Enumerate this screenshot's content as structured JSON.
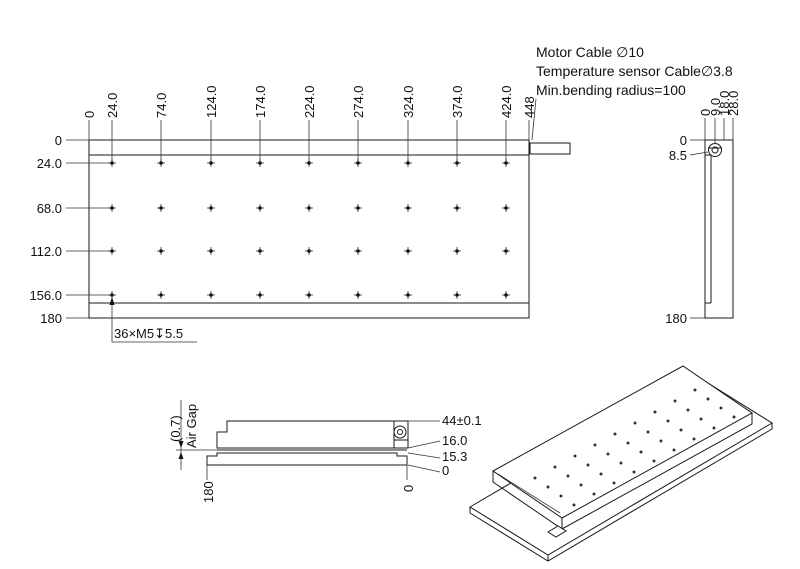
{
  "notes": {
    "motor_cable": "Motor Cable ∅10",
    "temp_cable": "Temperature sensor Cable∅3.8",
    "bending": "Min.bending radius=100"
  },
  "top_view": {
    "x_dims": [
      "0",
      "24.0",
      "74.0",
      "124.0",
      "174.0",
      "224.0",
      "274.0",
      "324.0",
      "374.0",
      "424.0",
      "448"
    ],
    "y_dims": [
      "0",
      "24.0",
      "68.0",
      "112.0",
      "156.0",
      "180"
    ],
    "hole_callout": "36×M5↧5.5"
  },
  "side_view": {
    "top_dims": [
      "0",
      "9.0",
      "18.0",
      "28.0"
    ],
    "left_dims": [
      "0",
      "8.5",
      "180"
    ]
  },
  "front_view": {
    "air_gap_value": "(0.7)",
    "air_gap_label": "Air Gap",
    "right_dims": [
      "44±0.1",
      "16.0",
      "15.3",
      "0"
    ],
    "bottom_dims": [
      "180",
      "0"
    ]
  }
}
